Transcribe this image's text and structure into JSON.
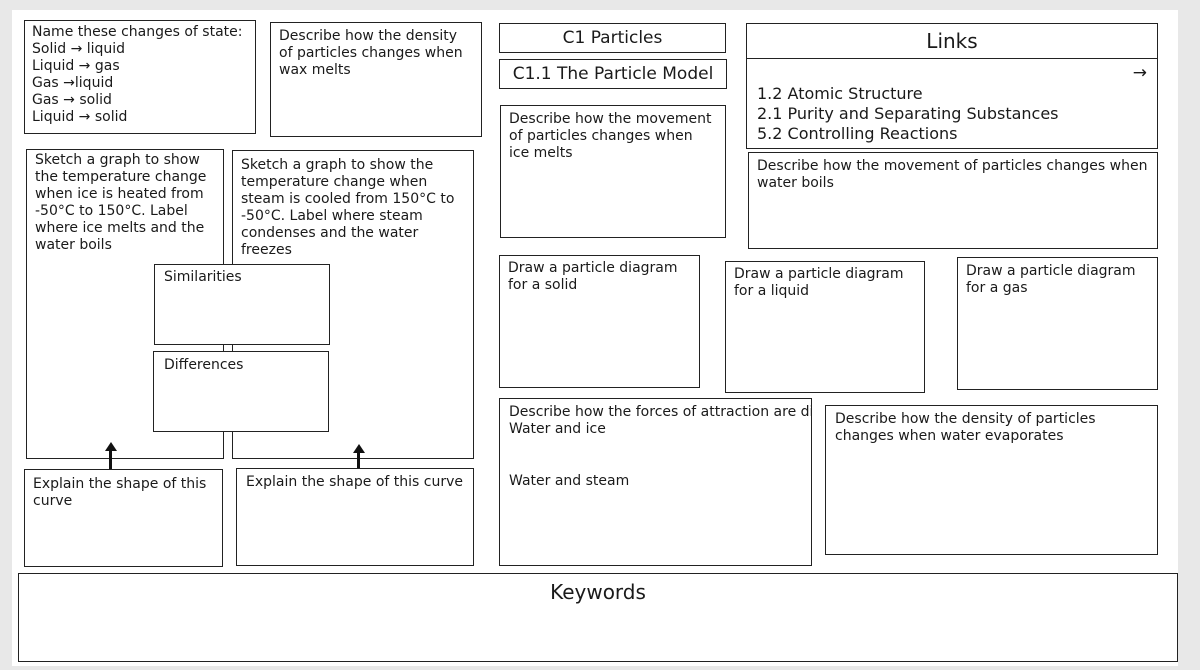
{
  "state_changes": {
    "heading": "Name these changes of state:",
    "items": [
      "Solid → liquid",
      "Liquid → gas",
      "Gas →liquid",
      "Gas → solid",
      "Liquid → solid"
    ]
  },
  "density_wax": "Describe how the density of particles changes when wax melts",
  "title": "C1 Particles",
  "subtitle": "C1.1 The Particle Model",
  "links": {
    "heading": "Links",
    "arrow": "→",
    "items": [
      "1.2 Atomic Structure",
      "2.1 Purity and Separating Substances",
      "5.2 Controlling Reactions"
    ]
  },
  "movement_ice": "Describe how the movement of particles changes when ice melts",
  "movement_water": "Describe how the movement of particles changes when water boils",
  "graph_heating": "Sketch a graph to show the temperature change when ice is heated from -50°C to 150°C. Label where ice melts and the water boils",
  "graph_cooling": "Sketch a graph to show the temperature change when steam is cooled from 150°C to -50°C. Label where steam condenses and the water freezes",
  "similarities": "Similarities",
  "differences": "Differences",
  "diagram_solid": "Draw a particle diagram for a solid",
  "diagram_liquid": "Draw a particle diagram for a liquid",
  "diagram_gas": "Draw a particle diagram for a gas",
  "forces": {
    "heading": "Describe how the forces of attraction are different in:",
    "part1": "Water and ice",
    "part2": "Water and steam"
  },
  "density_water": "Describe how the density of particles changes when water evaporates",
  "explain_left": "Explain the shape of this curve",
  "explain_right": "Explain the shape of this curve",
  "keywords": "Keywords"
}
